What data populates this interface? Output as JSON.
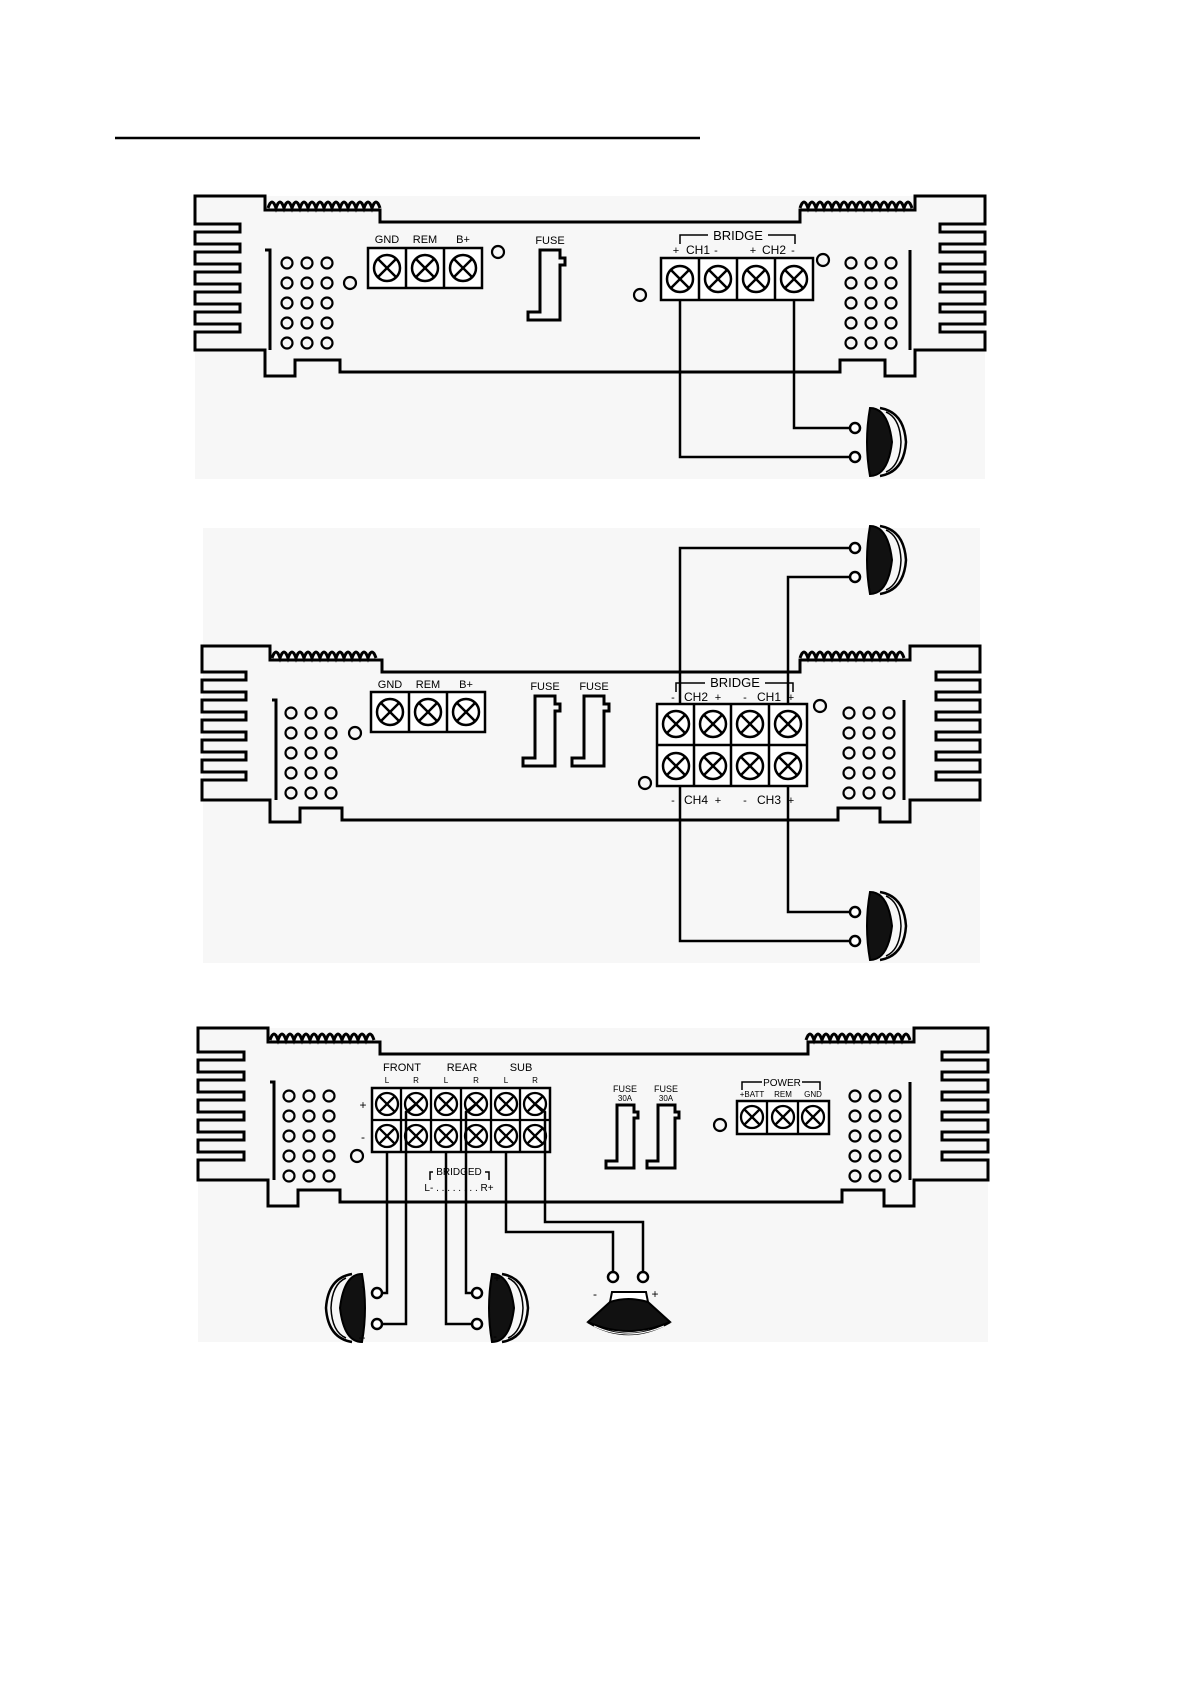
{
  "diagram1": {
    "power_labels": [
      "GND",
      "REM",
      "B+"
    ],
    "fuse_label": "FUSE",
    "bridge_label": "BRIDGE",
    "channel_labels": [
      "+",
      "CH1",
      "-",
      "+",
      "CH2",
      "-"
    ]
  },
  "diagram2": {
    "power_labels": [
      "GND",
      "REM",
      "B+"
    ],
    "fuse_labels": [
      "FUSE",
      "FUSE"
    ],
    "bridge_label": "BRIDGE",
    "top_channel_labels": [
      "-",
      "CH2",
      "+",
      "-",
      "CH1",
      "+"
    ],
    "bottom_channel_labels": [
      "-",
      "CH4",
      "+",
      "-",
      "CH3",
      "+"
    ]
  },
  "diagram3": {
    "group_labels": [
      "FRONT",
      "REAR",
      "SUB"
    ],
    "lr_labels": [
      "L",
      "R",
      "L",
      "R",
      "L",
      "R"
    ],
    "row_labels": [
      "+",
      "-"
    ],
    "bridged_label": "BRIDGED",
    "bridged_range": "L- . . . . . . . . R+",
    "fuse_labels": [
      "FUSE",
      "FUSE"
    ],
    "fuse_ratings": [
      "30A",
      "30A"
    ],
    "power_label": "POWER",
    "power_terminal_labels": [
      "+BATT",
      "REM",
      "GND"
    ],
    "speaker_polarity_left": [
      "-",
      "+"
    ],
    "speaker_polarity_middle": [
      "+",
      "-"
    ],
    "speaker_polarity_sub": [
      "-",
      "+"
    ]
  },
  "colors": {
    "line": "#000000",
    "shade": "#f7f7f7",
    "background": "#ffffff"
  }
}
